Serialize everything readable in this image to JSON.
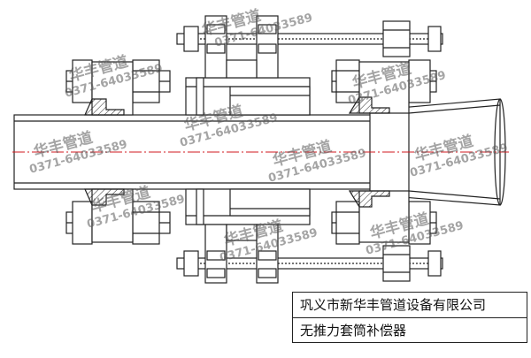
{
  "title_block": {
    "company": "巩义市新华丰管道设备有限公司",
    "product": "无推力套筒补偿器"
  },
  "watermarks": [
    {
      "cn": "华丰管道",
      "num": "0371-64033589"
    },
    {
      "cn": "华丰管道",
      "num": "0371-64033589"
    },
    {
      "cn": "华丰管道",
      "num": "0371-64033589"
    },
    {
      "cn": "华丰管道",
      "num": "0371-64033589"
    },
    {
      "cn": "华丰管道",
      "num": "0371-64033589"
    },
    {
      "cn": "华丰管道",
      "num": "0371-64033589"
    },
    {
      "cn": "华丰管道",
      "num": "0371-64033589"
    },
    {
      "cn": "华丰管道",
      "num": "0371-64033589"
    },
    {
      "cn": "华丰管道",
      "num": "0371-64033589"
    },
    {
      "cn": "华丰管道",
      "num": "0371-64033589"
    }
  ],
  "colors": {
    "line": "#222222",
    "centerline": "#d0191f",
    "watermark": "#5a5a5a"
  }
}
